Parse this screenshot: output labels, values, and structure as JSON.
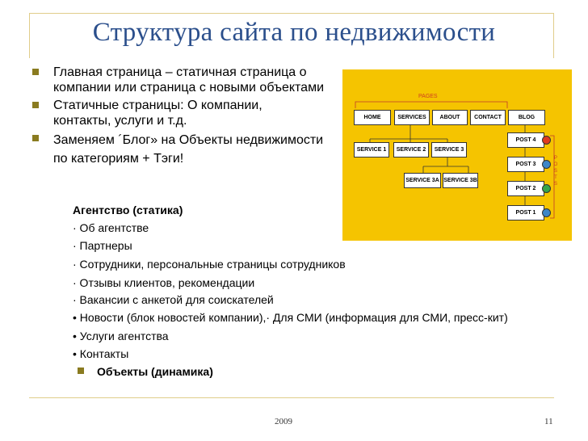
{
  "title": "Структура сайта по недвижимости",
  "bullets": [
    "Главная страница – статичная страница о компании или страница с новыми объектами",
    "Статичные страницы: О компании, контакты, услуги и т.д.",
    "Заменяем ´Блог» на Объекты недвижимости по категориям + Тэги!"
  ],
  "sub_items": [
    "Агентство (статика)",
    "· Об агентстве",
    "· Партнеры",
    "· Сотрудники, персональные страницы сотрудников",
    "· Отзывы клиентов, рекомендации",
    "· Вакансии с анкетой для соискателей",
    "• Новости (блок новостей компании),· Для СМИ (информация для СМИ, пресс-кит)",
    "• Услуги агентства",
    "• Контакты"
  ],
  "sub_level2": "Объекты (динамика)",
  "diagram": {
    "pages_label": "PAGES",
    "posts_label": "POSTS",
    "top": [
      "HOME",
      "SERVICES",
      "ABOUT",
      "CONTACT",
      "BLOG"
    ],
    "services": [
      "SERVICE 1",
      "SERVICE 2",
      "SERVICE 3"
    ],
    "services_sub": [
      "SERVICE 3A",
      "SERVICE 3B"
    ],
    "posts": [
      "POST 4",
      "POST 3",
      "POST 2",
      "POST 1"
    ],
    "dot_colors": [
      "#e03a1e",
      "#3d86c8",
      "#36a64a",
      "#3d86c8"
    ]
  },
  "footer": {
    "year": "2009",
    "page": "11"
  }
}
